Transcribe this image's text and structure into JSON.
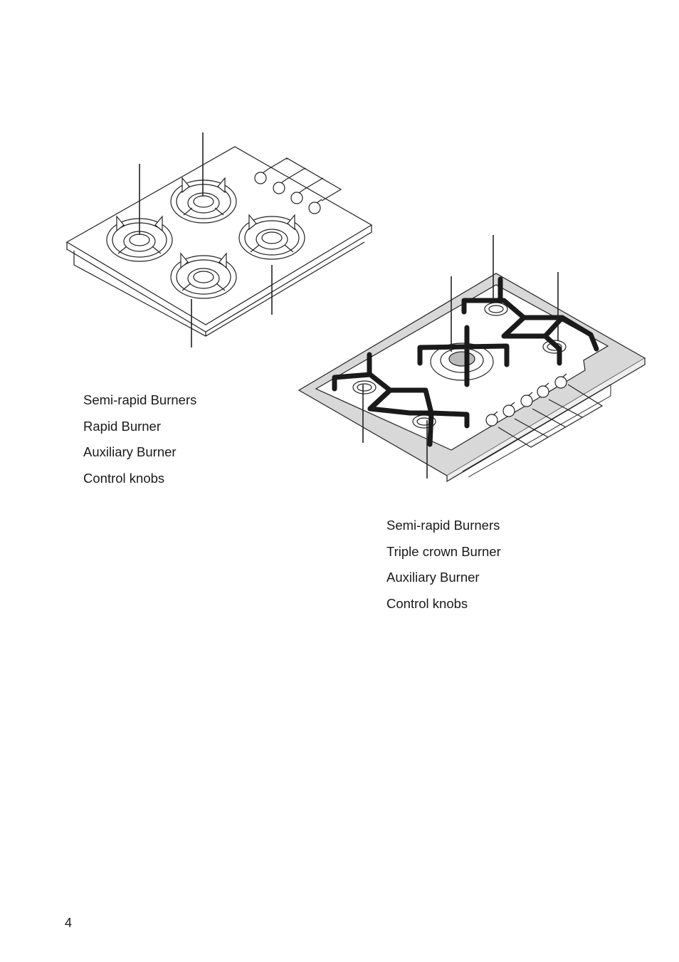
{
  "figure_left": {
    "legend": [
      {
        "label": "Semi-rapid Burners"
      },
      {
        "label": "Rapid Burner"
      },
      {
        "label": "Auxiliary Burner"
      },
      {
        "label": "Control knobs"
      }
    ]
  },
  "figure_right": {
    "legend": [
      {
        "label": "Semi-rapid Burners"
      },
      {
        "label": "Triple crown Burner"
      },
      {
        "label": "Auxiliary Burner"
      },
      {
        "label": "Control knobs"
      }
    ]
  },
  "page_number": "4"
}
